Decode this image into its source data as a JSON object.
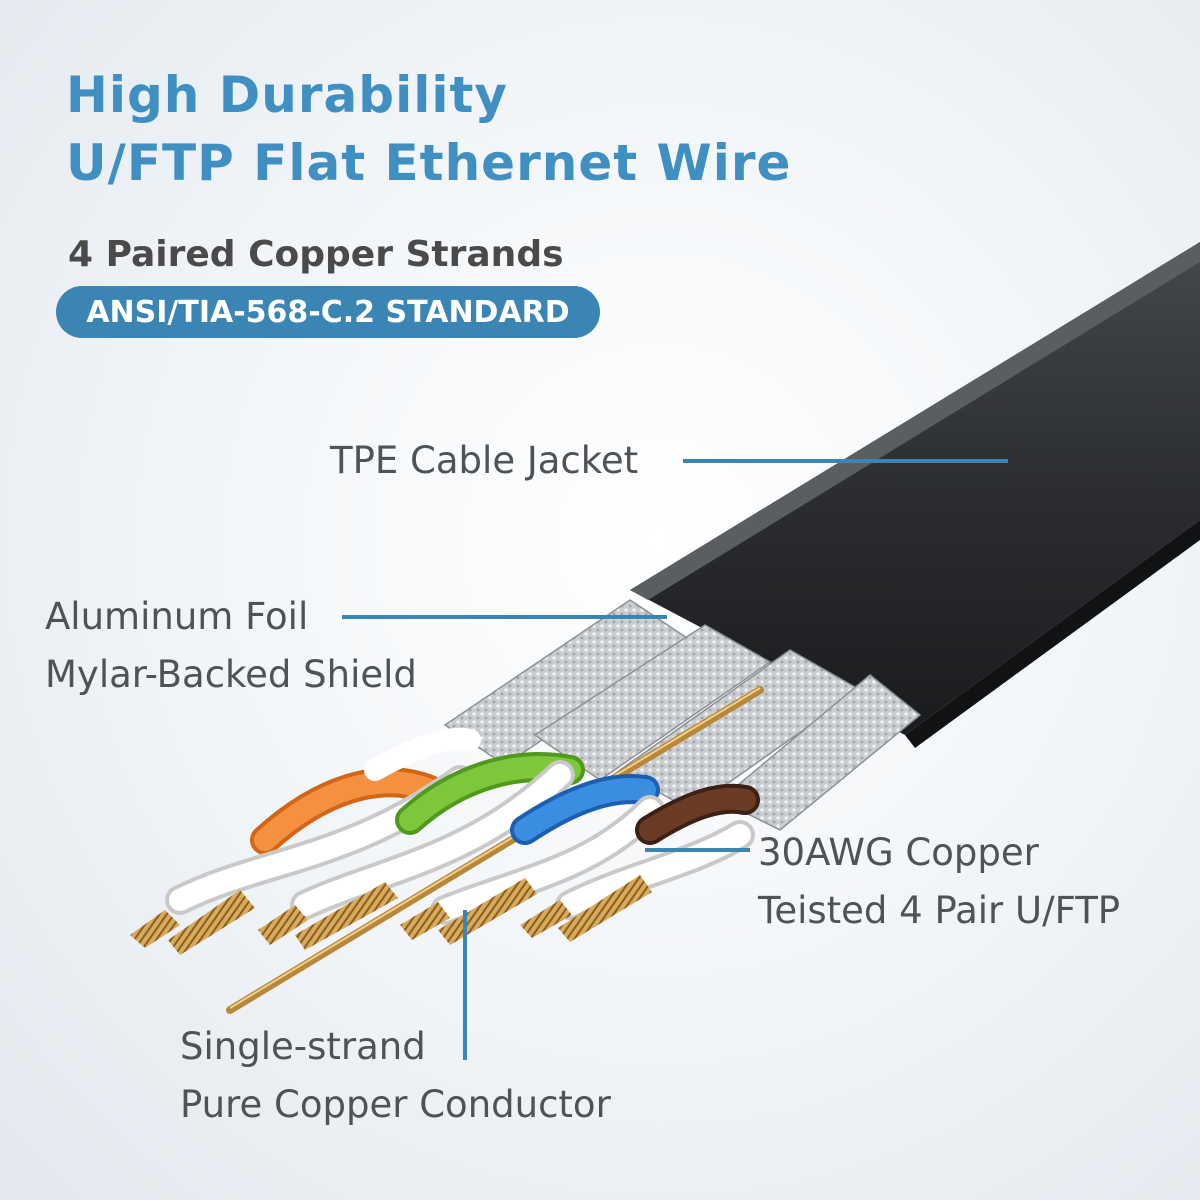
{
  "heading": {
    "line1": "High Durability",
    "line2": "U/FTP Flat Ethernet Wire"
  },
  "subheading": "4 Paired Copper Strands",
  "badge": "ANSI/TIA-568-C.2 STANDARD",
  "callouts": {
    "jacket": "TPE Cable Jacket",
    "foil_line1": "Aluminum Foil",
    "foil_line2": "Mylar-Backed Shield",
    "copper_line1": "30AWG Copper",
    "copper_line2": "Teisted 4 Pair U/FTP",
    "conductor_line1": "Single-strand",
    "conductor_line2": "Pure Copper Conductor"
  },
  "colors": {
    "accent": "#3a85b3",
    "title": "#3f8fc2",
    "jacket": "#2b2d30",
    "pair_orange": "#f07d22",
    "pair_green": "#6dbb2e",
    "pair_blue": "#2f7fd6",
    "pair_brown": "#5a3322",
    "copper": "#c79a4f"
  }
}
